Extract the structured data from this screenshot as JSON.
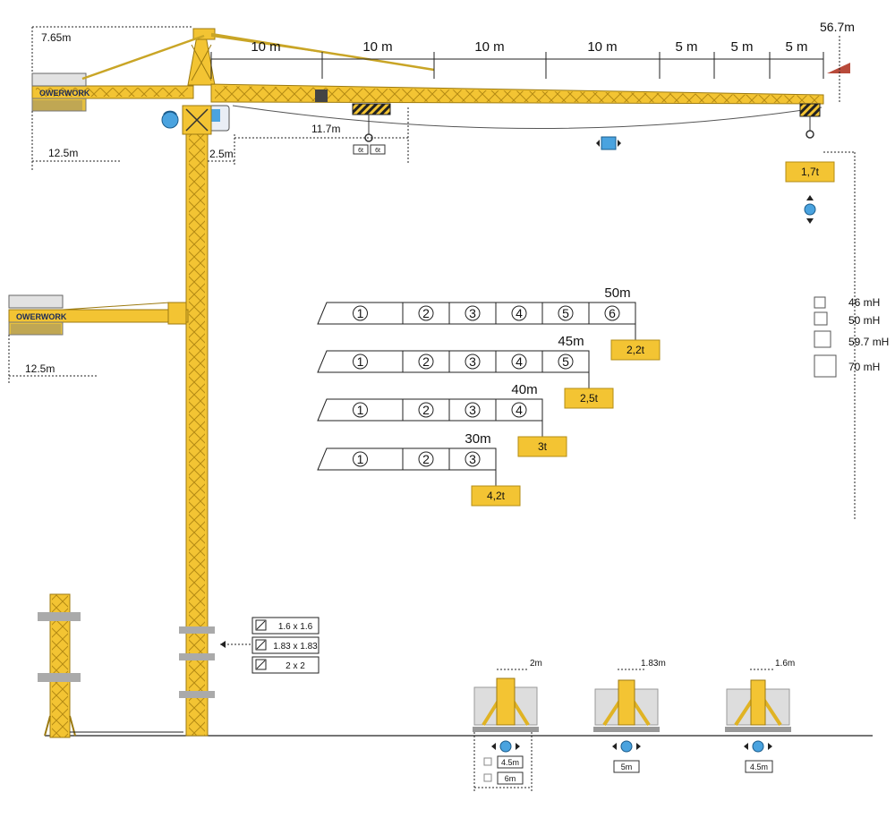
{
  "crane": {
    "counterjib_brand": "OWERWORK",
    "height_top_label": "7.65m",
    "tip_height_label": "56.7m",
    "counterjib_length_top": "12.5m",
    "counterjib_length_mid": "12.5m",
    "tower_offset_label": "2.5m",
    "min_radius_label": "11.7m",
    "hook_small_labels": [
      "6t",
      "6t"
    ],
    "tip_load": "1,7t",
    "jib_segments": [
      "10 m",
      "10 m",
      "10 m",
      "10 m",
      "5 m",
      "5 m",
      "5 m"
    ],
    "colors": {
      "crane": "#f3c433",
      "load_box": "#f3c433",
      "icon_blue": "#4aa3df"
    }
  },
  "jib_configs": [
    {
      "length": "50m",
      "sections": [
        "1",
        "2",
        "3",
        "4",
        "5",
        "6"
      ],
      "tip_load": "2,2t"
    },
    {
      "length": "45m",
      "sections": [
        "1",
        "2",
        "3",
        "4",
        "5"
      ],
      "tip_load": "2,5t"
    },
    {
      "length": "40m",
      "sections": [
        "1",
        "2",
        "3",
        "4"
      ],
      "tip_load": "3t"
    },
    {
      "length": "30m",
      "sections": [
        "1",
        "2",
        "3"
      ],
      "tip_load": "4,2t"
    }
  ],
  "heights": [
    "46 mH",
    "50 mH",
    "59.7 mH",
    "70 mH"
  ],
  "mast_sections": [
    "1.6 x 1.6",
    "1.83 x 1.83",
    "2 x 2"
  ],
  "bases": [
    {
      "mast_width": "2m",
      "base_options": [
        "4.5m",
        "6m"
      ]
    },
    {
      "mast_width": "1.83m",
      "base": "5m"
    },
    {
      "mast_width": "1.6m",
      "base": "4.5m"
    }
  ]
}
